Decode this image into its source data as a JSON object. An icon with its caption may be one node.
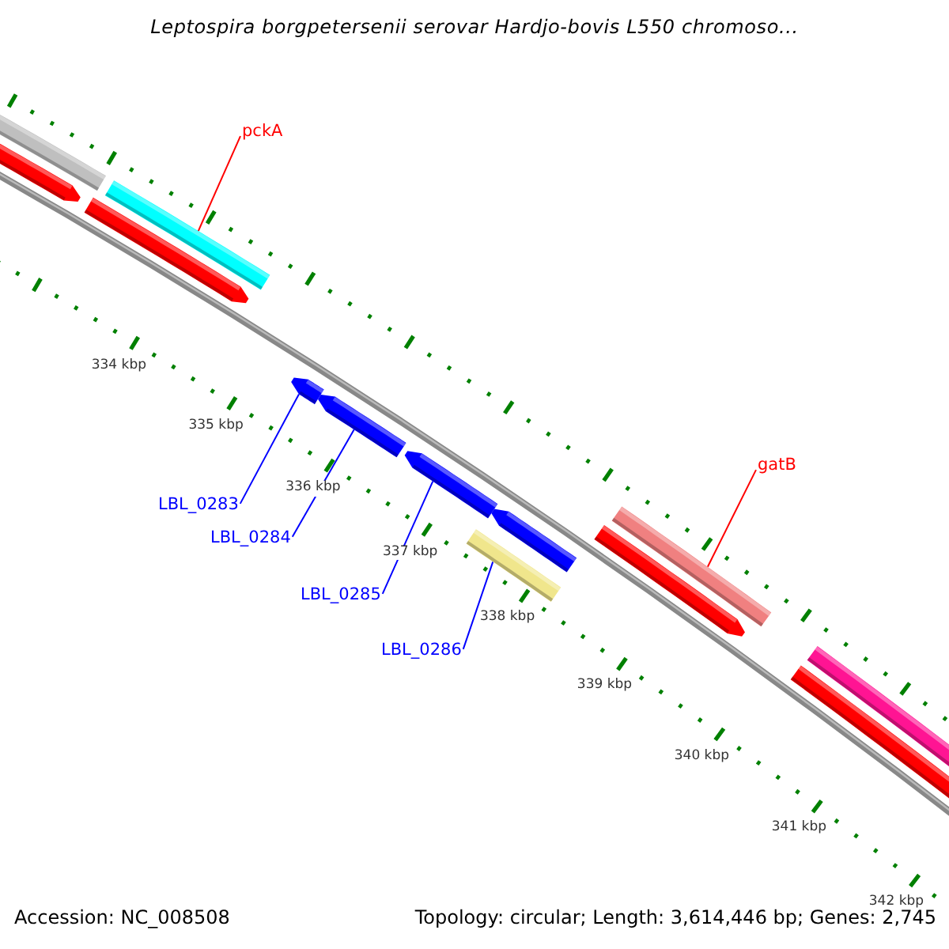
{
  "diagram": {
    "title": "Leptospira borgpetersenii serovar Hardjo-bovis L550 chromoso...",
    "nodes": [
      {
        "text": [
          "pckA"
        ]
      },
      {
        "text": [],
        "shape": "bar"
      },
      {
        "text": [
          "gatB"
        ]
      },
      {
        "text": [],
        "shape": "bar"
      },
      {
        "text": [
          "LBL_0283"
        ]
      },
      {
        "text": [],
        "shape": "arrow"
      },
      {
        "text": [
          "LBL_0284"
        ]
      },
      {
        "text": [],
        "shape": "arrow"
      },
      {
        "text": [
          "LBL_0285"
        ]
      },
      {
        "text": [],
        "shape": "arrow"
      },
      {
        "text": [
          "LBL_0286"
        ]
      },
      {
        "text": [],
        "shape": "bar"
      }
    ],
    "edges": [
      {
        "from": 0,
        "to": 1,
        "arrow": "none",
        "color": "#ff0000"
      },
      {
        "from": 2,
        "to": 3,
        "arrow": "none",
        "color": "#ff0000"
      },
      {
        "from": 4,
        "to": 5,
        "arrow": "none"
      },
      {
        "from": 6,
        "to": 7,
        "arrow": "none"
      },
      {
        "from": 8,
        "to": 9,
        "arrow": "none"
      },
      {
        "from": 10,
        "to": 11,
        "arrow": "none"
      }
    ],
    "labels": [
      "334 kbp",
      "335 kbp",
      "336 kbp",
      "337 kbp",
      "338 kbp",
      "339 kbp",
      "340 kbp",
      "341 kbp",
      "342 kbp",
      "Accession: NC_008508",
      "Topology: circular; Length: 3,614,446 bp; Genes: 2,745"
    ]
  }
}
